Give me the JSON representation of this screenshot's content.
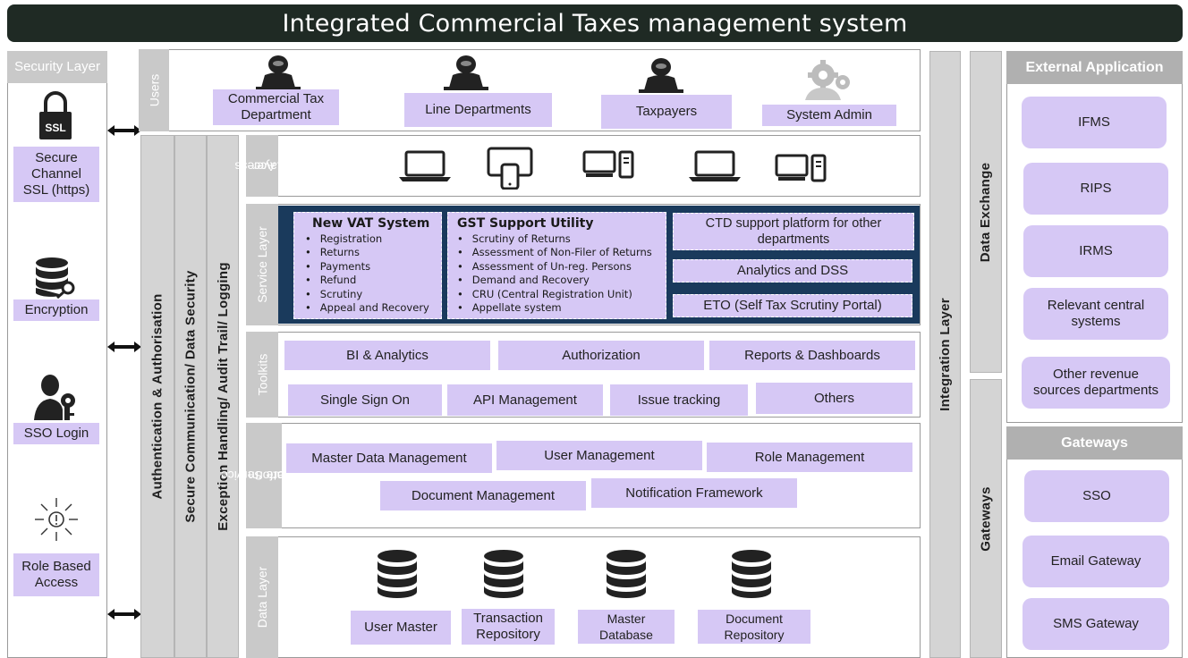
{
  "title": "Integrated Commercial Taxes management system",
  "security": {
    "header": "Security Layer",
    "items": [
      {
        "label": "Secure Channel SSL (https)",
        "icon": "ssl-lock-icon",
        "lines": [
          "Secure",
          "Channel",
          "SSL (https)"
        ],
        "icon_text": "SSL"
      },
      {
        "label": "Encryption",
        "icon": "database-key-icon"
      },
      {
        "label": "SSO Login",
        "icon": "user-key-icon"
      },
      {
        "label": "Role Based Access",
        "icon": "role-radiating-icon",
        "lines": [
          "Role Based",
          "Access"
        ]
      }
    ]
  },
  "users": {
    "label": "Users",
    "items": [
      {
        "label": "Commercial Tax Department",
        "lines": [
          "Commercial Tax",
          "Department"
        ]
      },
      {
        "label": "Line Departments"
      },
      {
        "label": "Taxpayers"
      },
      {
        "label": "System Admin"
      }
    ]
  },
  "vertical_bars": {
    "auth": "Authentication & Authorisation",
    "secure": "Secure Communication/ Data Security",
    "exception": "Exception Handling/ Audit Trail/ Logging",
    "integration": "Integration Layer"
  },
  "access_layer": {
    "label": "Access Layer",
    "lines": [
      "Access",
      "Layer"
    ]
  },
  "service_layer": {
    "label": "Service Layer",
    "vat": {
      "title": "New VAT System",
      "items": [
        "Registration",
        "Returns",
        "Payments",
        "Refund",
        "Scrutiny",
        "Appeal and Recovery"
      ]
    },
    "gst": {
      "title": "GST Support  Utility",
      "items": [
        "Scrutiny of Returns",
        "Assessment of Non-Filer of Returns",
        "Assessment of Un-reg. Persons",
        "Demand and Recovery",
        "CRU (Central Registration Unit)",
        "Appellate system"
      ]
    },
    "ctd": {
      "label": "CTD support platform for other departments",
      "lines": [
        "CTD  support platform for other",
        "departments"
      ]
    },
    "analytics": "Analytics and DSS",
    "eto": "ETO (Self Tax Scrutiny Portal)"
  },
  "toolkits": {
    "label": "Toolkits",
    "items": [
      "BI & Analytics",
      "Authorization",
      "Reports & Dashboards",
      "Single Sign On",
      "API Management",
      "Issue tracking",
      "Others"
    ]
  },
  "core": {
    "label": "Core Service Platform",
    "lines": [
      "Core Service",
      "Platform"
    ],
    "items": [
      "Master Data Management",
      "User Management",
      "Role Management",
      "Document Management",
      "Notification Framework"
    ]
  },
  "data_layer": {
    "label": "Data Layer",
    "items": [
      {
        "label": "User Master"
      },
      {
        "label": "Transaction Repository",
        "lines": [
          "Transaction",
          "Repository"
        ]
      },
      {
        "label": "Master Database",
        "lines": [
          "Master",
          "Database"
        ]
      },
      {
        "label": "Document Repository",
        "lines": [
          "Document",
          "Repository"
        ]
      }
    ]
  },
  "exchange": {
    "data_exchange": "Data Exchange",
    "gateways": "Gateways"
  },
  "external": {
    "header": "External Application",
    "items": [
      {
        "label": "IFMS"
      },
      {
        "label": "RIPS"
      },
      {
        "label": "IRMS"
      },
      {
        "label": "Relevant  central systems",
        "lines": [
          "Relevant  central",
          "systems"
        ]
      },
      {
        "label": "Other revenue sources departments",
        "lines": [
          "Other revenue",
          "sources departments"
        ]
      }
    ]
  },
  "gateways": {
    "header": "Gateways",
    "items": [
      "SSO",
      "Email Gateway",
      "SMS Gateway"
    ]
  },
  "colors": {
    "title_bg": "#1f2a24",
    "lavender": "#d6c8f5",
    "service_bg": "#1a3a5c",
    "grey": "#c9c9c9",
    "icon_dark": "#222222"
  }
}
